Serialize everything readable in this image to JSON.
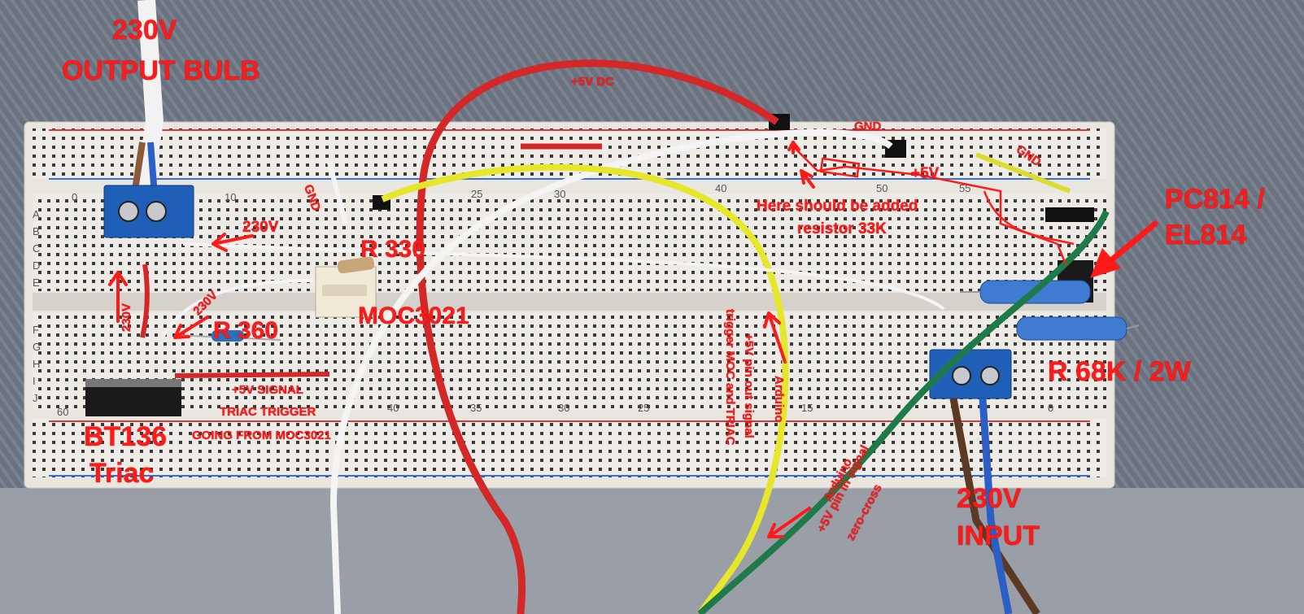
{
  "labels": {
    "output_bulb_line1": "230V",
    "output_bulb_line2": "OUTPUT BULB",
    "plus5v_dc": "+5V DC",
    "gnd_top": "GND",
    "gnd_right": "GND",
    "gnd_left": "GND",
    "plus5v_right": "+5V",
    "resistor_note_line1": "Here should be added",
    "resistor_note_line2": "resistor 33K",
    "pc814_line1": "PC814 /",
    "pc814_line2": "EL814",
    "v230_arrow": "230V",
    "r330": "R 330",
    "v230_diag": "230V",
    "v230_vert": "230V",
    "r360": "R 360",
    "moc3021": "MOC3021",
    "trigger_line1": "+5V SIGNAL",
    "trigger_line2": "TRIAC TRIGGER",
    "trigger_line3": "GOING FROM MOC3021",
    "bt136_line1": "BT136",
    "bt136_line2": "Triac",
    "arduino_out_line1": "Arduino",
    "arduino_out_line2": "+5V pin out signal",
    "arduino_out_line3": "trigger MOC and TRIAC",
    "arduino_in_line1": "Arduino",
    "arduino_in_line2": "+5V pin in signal",
    "arduino_in_line3": "zero-cross",
    "r68k": "R 68K / 2W",
    "input_line1": "230V",
    "input_line2": "INPUT"
  },
  "breadboard": {
    "top_numbers": [
      "0",
      "10",
      "25",
      "30",
      "40",
      "50",
      "55"
    ],
    "bottom_numbers": [
      "60",
      "40",
      "35",
      "30",
      "25",
      "15",
      "0"
    ],
    "row_letters_top": [
      "A",
      "B",
      "C",
      "D",
      "E"
    ],
    "row_letters_bottom": [
      "F",
      "G",
      "H",
      "I",
      "J"
    ]
  },
  "colors": {
    "annotation": "#ff1a1a",
    "board": "#eeebe6",
    "wire_red": "#d42828",
    "wire_yellow": "#e6e62a",
    "wire_white": "#f4f4f4",
    "wire_green": "#1f7a4a",
    "terminal_blue": "#1f5fb8"
  }
}
